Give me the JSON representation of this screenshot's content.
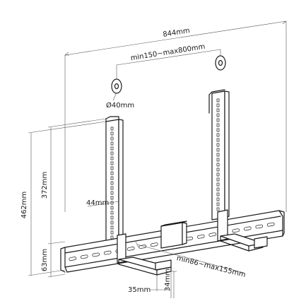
{
  "labels": {
    "total_width": "844mm",
    "spacing": "min150~max800mm",
    "hole_diameter": "Ø40mm",
    "height_total": "462mm",
    "height_upright": "372mm",
    "bracket_width": "44mm",
    "bottom_height": "63mm",
    "shelf_depth": "min86~max155mm",
    "tab_width": "35mm",
    "tab_height": "34mm"
  }
}
